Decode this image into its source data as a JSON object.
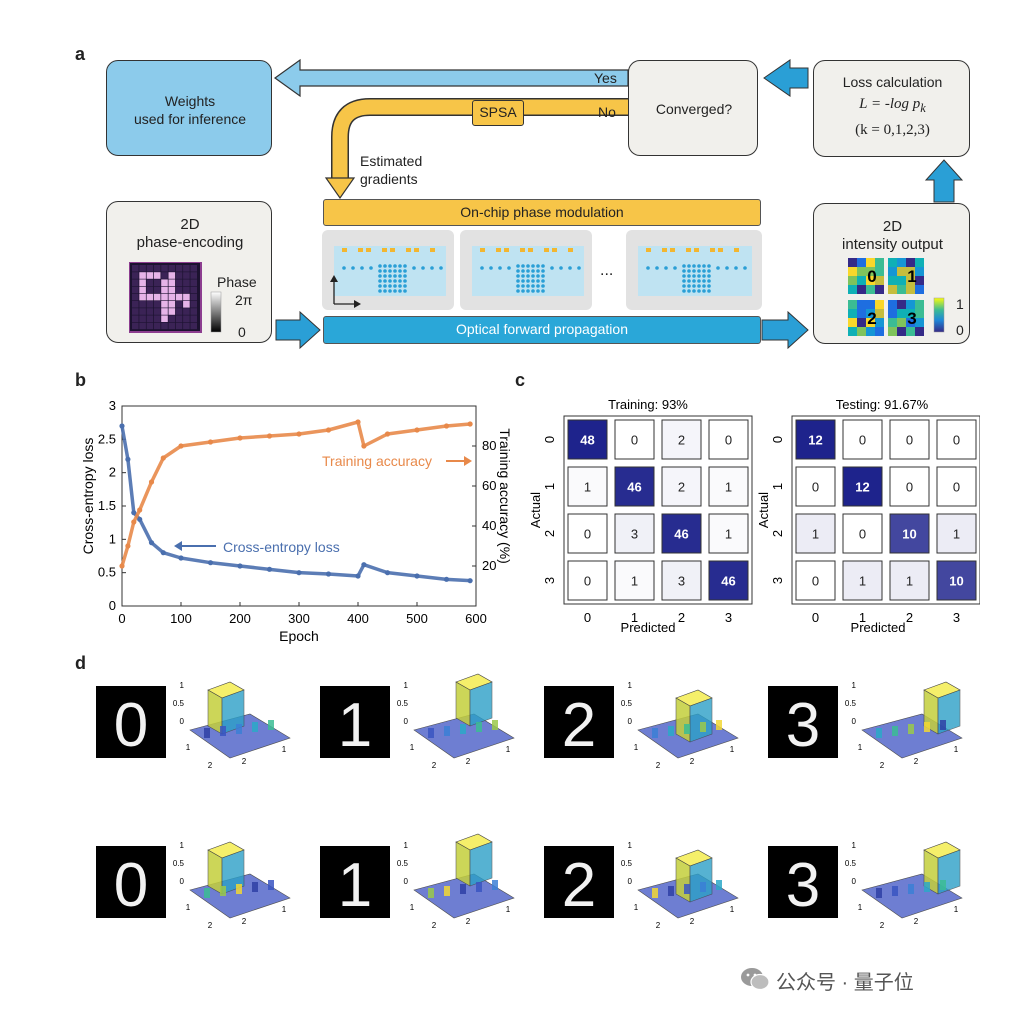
{
  "panels": {
    "a": "a",
    "b": "b",
    "c": "c",
    "d": "d"
  },
  "panel_a": {
    "weights": [
      "Weights",
      "used for inference"
    ],
    "yes": "Yes",
    "no": "No",
    "spsa": "SPSA",
    "converged": "Converged?",
    "loss_title": "Loss calculation",
    "loss_formula": "L = -log p",
    "loss_sub": "k",
    "loss_range": "(k = 0,1,2,3)",
    "estimated": [
      "Estimated",
      "gradients"
    ],
    "onchip": "On-chip phase modulation",
    "encoding": [
      "2D",
      "phase-encoding"
    ],
    "phase_label": "Phase",
    "phase_max": "2π",
    "phase_min": "0",
    "ellipsis": "...",
    "forward": "Optical forward propagation",
    "intensity": [
      "2D",
      "intensity output"
    ],
    "out_digits": [
      "0",
      "1",
      "2",
      "3"
    ],
    "cbar_max": "1",
    "cbar_min": "0",
    "colors": {
      "lightblue": "#8ccbeb",
      "arrowblue": "#2a9fd6",
      "yellow": "#f7c548",
      "box_bg": "#f1f0ec"
    }
  },
  "chart_data": [
    {
      "type": "line",
      "xlabel": "Epoch",
      "ylabel": "Cross-entropy loss",
      "ylabel_right": "Training accuracy (%)",
      "xlim": [
        0,
        600
      ],
      "ylim": [
        0,
        3
      ],
      "ylim_right": [
        0,
        100
      ],
      "xticks": [
        "0",
        "100",
        "200",
        "300",
        "400",
        "500",
        "600"
      ],
      "yticks": [
        "0",
        "0.5",
        "1",
        "1.5",
        "2",
        "2.5",
        "3"
      ],
      "yticks_right": [
        "20",
        "40",
        "60",
        "80"
      ],
      "annotations": [
        "Training accuracy",
        "Cross-entropy loss"
      ],
      "series": [
        {
          "name": "Cross-entropy loss",
          "color": "#4a6fae",
          "x": [
            0,
            10,
            20,
            30,
            50,
            70,
            100,
            150,
            200,
            250,
            300,
            350,
            400,
            410,
            450,
            500,
            550,
            590
          ],
          "y": [
            2.7,
            2.2,
            1.4,
            1.3,
            0.95,
            0.8,
            0.72,
            0.65,
            0.6,
            0.55,
            0.5,
            0.48,
            0.45,
            0.62,
            0.5,
            0.45,
            0.4,
            0.38
          ]
        },
        {
          "name": "Training accuracy",
          "color": "#e8894a",
          "x": [
            0,
            10,
            20,
            30,
            50,
            70,
            100,
            150,
            200,
            250,
            300,
            350,
            400,
            410,
            450,
            500,
            550,
            590
          ],
          "y": [
            20,
            30,
            42,
            48,
            62,
            74,
            80,
            82,
            84,
            85,
            86,
            88,
            92,
            80,
            86,
            88,
            90,
            91
          ]
        }
      ]
    },
    {
      "type": "heatmap",
      "title": "Training: 93%",
      "xlabel": "Predicted",
      "ylabel": "Actual",
      "categories": [
        "0",
        "1",
        "2",
        "3"
      ],
      "values": [
        [
          48,
          0,
          2,
          0
        ],
        [
          1,
          46,
          2,
          1
        ],
        [
          0,
          3,
          46,
          1
        ],
        [
          0,
          1,
          3,
          46
        ]
      ],
      "max": 48
    },
    {
      "type": "heatmap",
      "title": "Testing: 91.67%",
      "xlabel": "Predicted",
      "ylabel": "Actual",
      "categories": [
        "0",
        "1",
        "2",
        "3"
      ],
      "values": [
        [
          12,
          0,
          0,
          0
        ],
        [
          0,
          12,
          0,
          0
        ],
        [
          1,
          0,
          10,
          1
        ],
        [
          0,
          1,
          1,
          10
        ]
      ],
      "max": 12
    }
  ],
  "panel_d": {
    "zticks": [
      "1",
      "0.5",
      "0"
    ],
    "axis_ticks": [
      "1",
      "2",
      "2",
      "1"
    ]
  },
  "watermark": "公众号 · 量子位"
}
